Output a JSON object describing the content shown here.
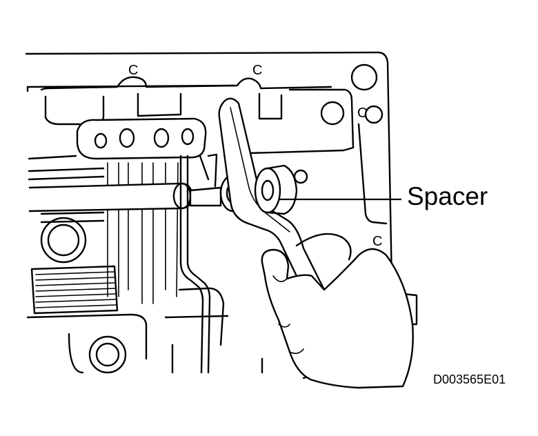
{
  "callout": {
    "label": "Spacer"
  },
  "figure": {
    "id": "D003565E01"
  },
  "marks": {
    "clip": "C"
  }
}
